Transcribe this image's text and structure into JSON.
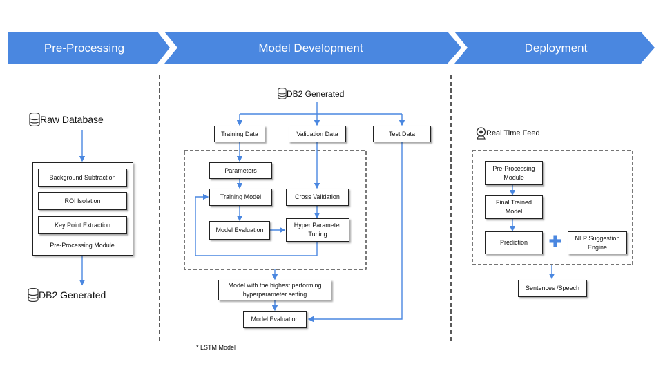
{
  "banner": {
    "color": "#4a87e0",
    "sections": [
      "Pre-Processing",
      "Model Development",
      "Deployment"
    ]
  },
  "preprocessing": {
    "raw_database": "Raw Database",
    "module_items": [
      "Background Subtraction",
      "ROI Isolation",
      "Key Point Extraction"
    ],
    "module_caption": "Pre-Processing Module",
    "output": "DB2 Generated"
  },
  "model_development": {
    "source": "DB2 Generated",
    "training_data": "Training Data",
    "validation_data": "Validation Data",
    "test_data": "Test Data",
    "parameters": "Parameters",
    "training_model": "Training Model",
    "cross_validation": "Cross Validation",
    "model_evaluation_inner": "Model Evaluation",
    "hyper_parameter_tuning": "Hyper Parameter Tuning",
    "best_model": "Model with the highest performing hyperparameter setting",
    "model_evaluation_final": "Model Evaluation",
    "note": "* LSTM  Model"
  },
  "deployment": {
    "feed": "Real Time Feed",
    "preprocessing_module": "Pre-Processing Module",
    "final_trained_model": "Final Trained Model",
    "prediction": "Prediction",
    "plus": "✚",
    "nlp_engine": "NLP Suggestion Engine",
    "output": "Sentences /Speech"
  },
  "colors": {
    "arrow": "#4a87e0",
    "plus": "#4a87e0",
    "line": "#222222"
  },
  "icons": [
    "database-icon",
    "webcam-icon",
    "plus-icon"
  ]
}
